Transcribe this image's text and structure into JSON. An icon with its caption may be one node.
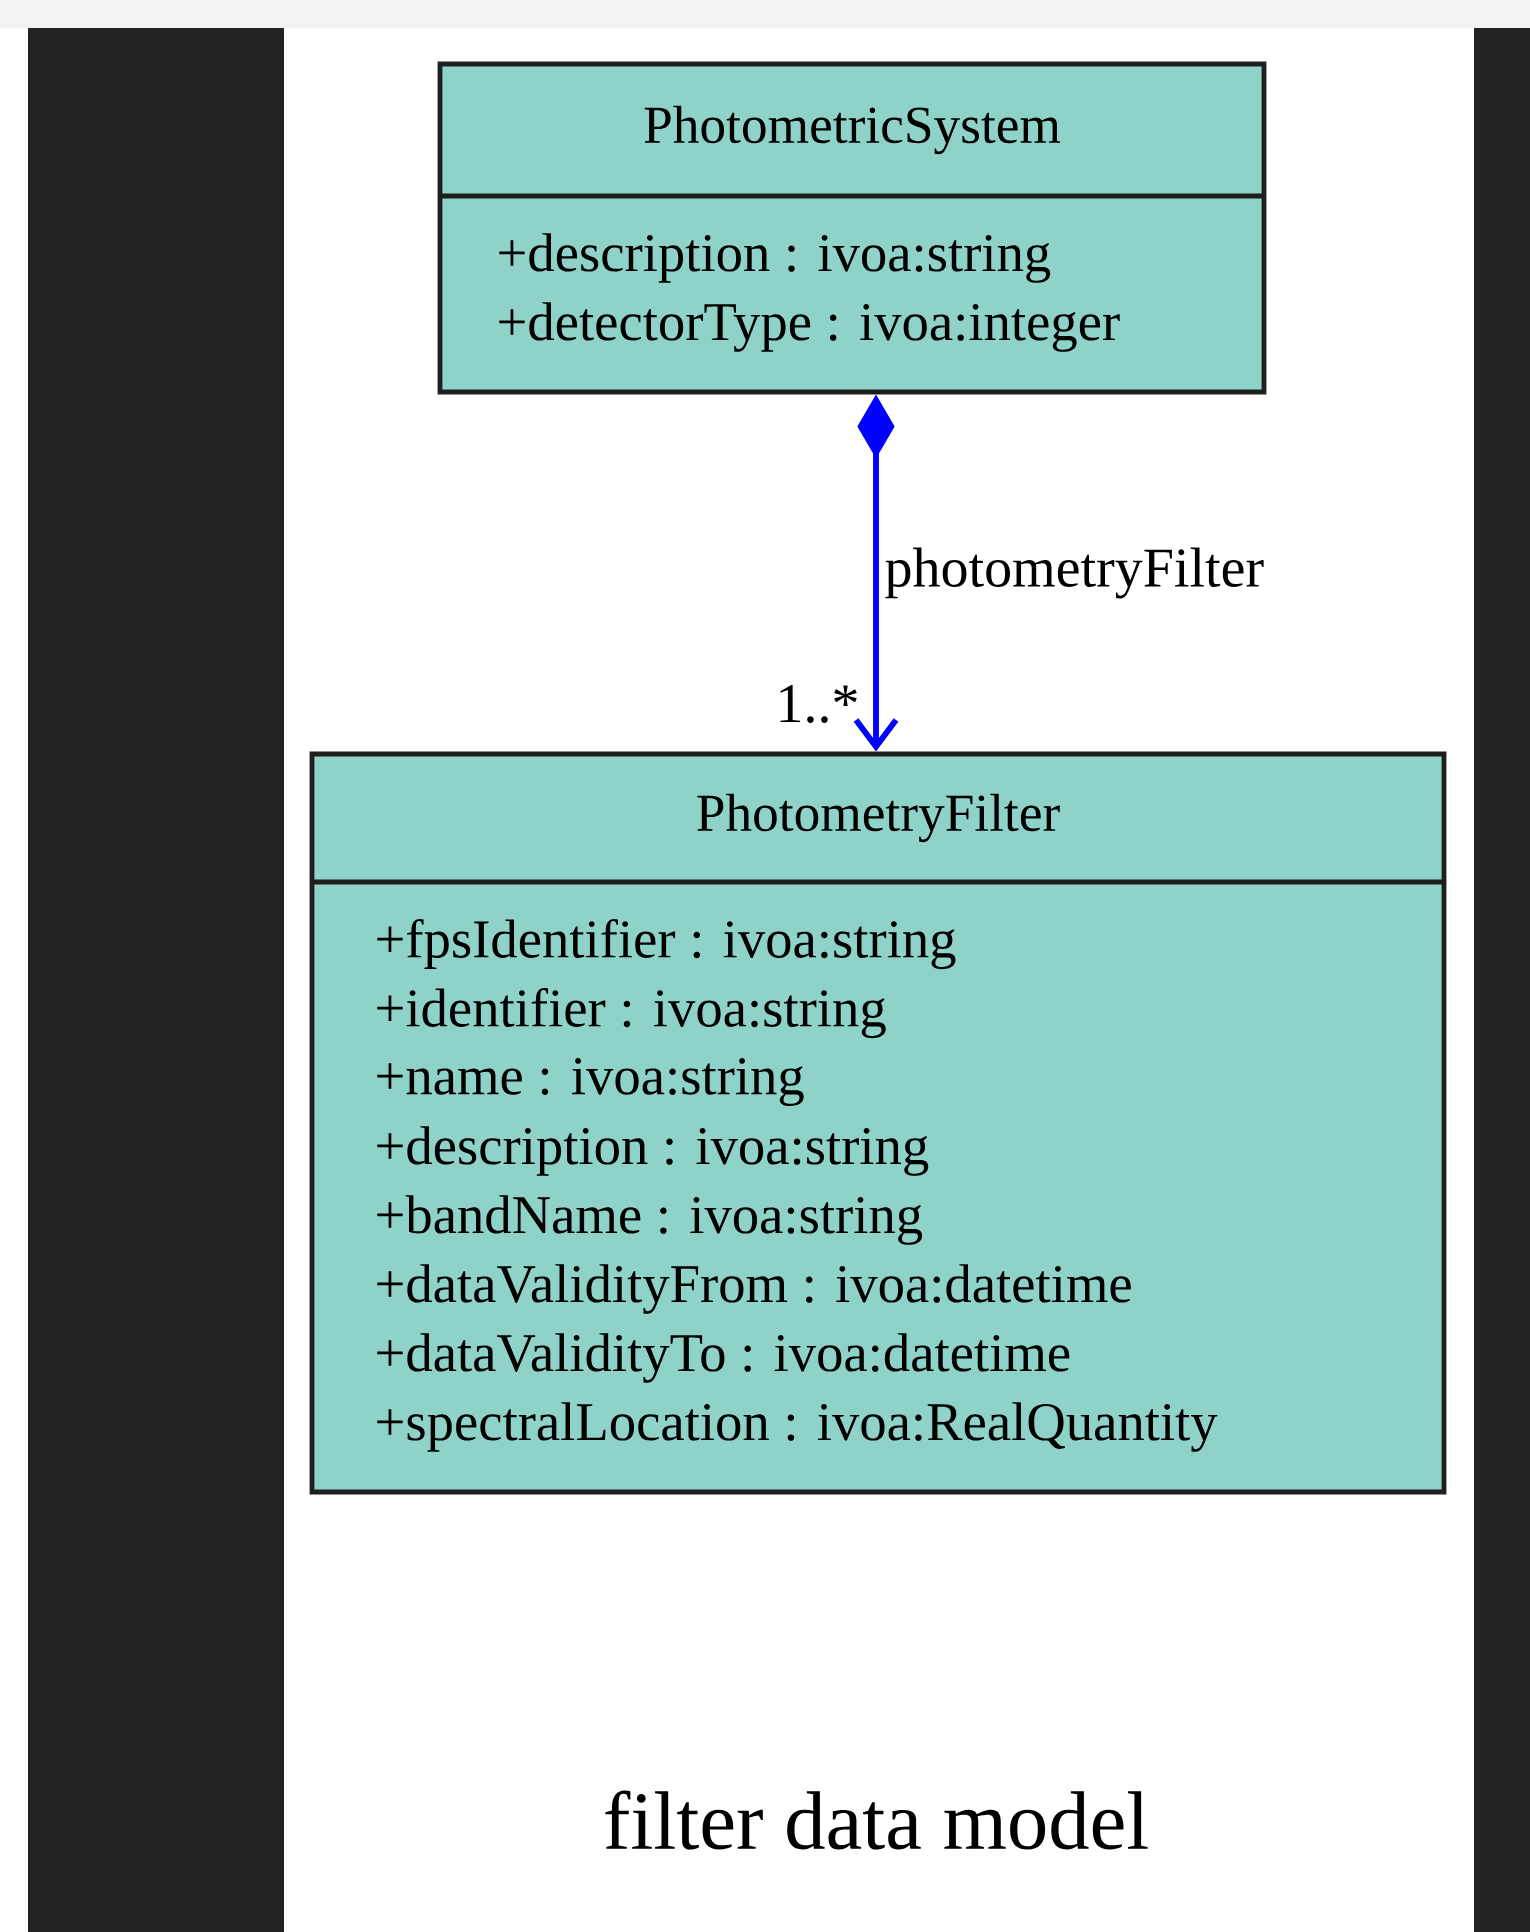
{
  "diagram": {
    "caption": "filter data model",
    "nodes": [
      {
        "text": [
          "PhotometricSystem",
          "+description : ivoa:string",
          "+detectorType : ivoa:integer"
        ]
      },
      {
        "text": [
          "PhotometryFilter",
          "+fpsIdentifier : ivoa:string",
          "+identifier : ivoa:string",
          "+name : ivoa:string",
          "+description : ivoa:string",
          "+bandName : ivoa:string",
          "+dataValidityFrom : ivoa:datetime",
          "+dataValidityTo : ivoa:datetime",
          "+spectralLocation : ivoa:RealQuantity"
        ]
      }
    ],
    "edges": [
      {
        "from": 0,
        "to": 1,
        "arrow": "to",
        "label": "photometryFilter",
        "color": "#0000ff"
      }
    ],
    "labels": [
      "1..*"
    ]
  }
}
